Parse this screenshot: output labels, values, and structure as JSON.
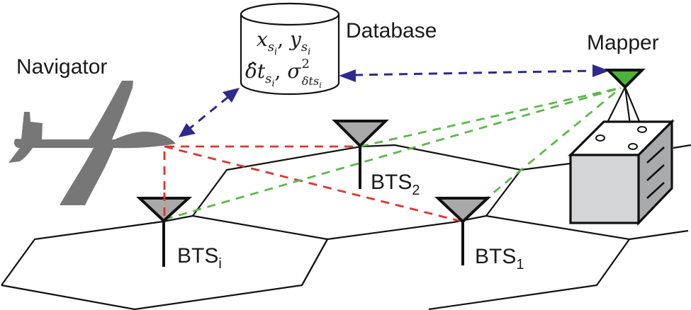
{
  "labels": {
    "navigator": "Navigator",
    "database": "Database",
    "mapper": "Mapper",
    "bts_i": {
      "base": "BTS",
      "sub": "i"
    },
    "bts_1": {
      "base": "BTS",
      "sub": "1"
    },
    "bts_2": {
      "base": "BTS",
      "sub": "2"
    }
  },
  "database_contents": {
    "line1": {
      "x": "x",
      "x_sub": "s",
      "x_subsub": "i",
      "sep": ", ",
      "y": "y",
      "y_sub": "s",
      "y_subsub": "i"
    },
    "line2": {
      "dt": "δ̂t",
      "dt_sub": "s",
      "dt_subsub": "i",
      "sep": ", ",
      "sigma": "σ",
      "sigma_sup": "2",
      "sigma_sub": "δt",
      "sigma_subsub": "s",
      "sigma_subsubsub": "i"
    }
  },
  "colors": {
    "range_measurement": "#e0332e",
    "mapper_measurement": "#5cb84a",
    "data_link": "#2e2a8c",
    "mapper_antenna": "#4bb33a",
    "bts_antenna": "#a9a9a9",
    "aircraft": "#777777",
    "server": "#d3d5d7"
  },
  "icons": {
    "aircraft": "aircraft-icon",
    "database": "database-cylinder-icon",
    "antenna": "antenna-icon",
    "server": "server-box-icon"
  }
}
